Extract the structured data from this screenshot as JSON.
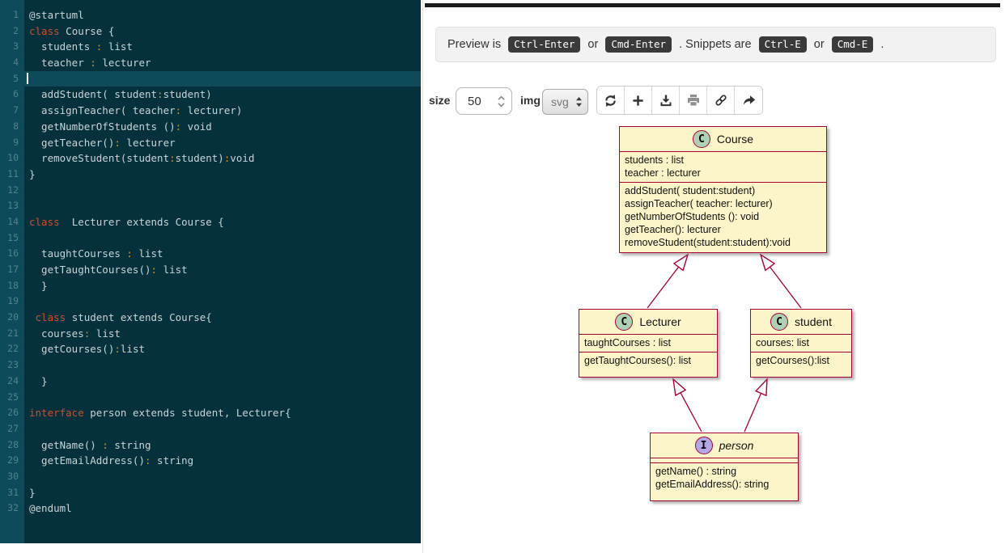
{
  "editor": {
    "cursor_line": 5,
    "lines": [
      [
        {
          "t": "p",
          "s": "@startuml"
        }
      ],
      [
        {
          "t": "k",
          "s": "class"
        },
        {
          "t": "p",
          "s": " Course {"
        }
      ],
      [
        {
          "t": "p",
          "s": "  students "
        },
        {
          "t": "o",
          "s": ":"
        },
        {
          "t": "p",
          "s": " list"
        }
      ],
      [
        {
          "t": "p",
          "s": "  teacher "
        },
        {
          "t": "o",
          "s": ":"
        },
        {
          "t": "p",
          "s": " lecturer"
        }
      ],
      [],
      [
        {
          "t": "p",
          "s": "  addStudent( student"
        },
        {
          "t": "o",
          "s": ":"
        },
        {
          "t": "p",
          "s": "student)"
        }
      ],
      [
        {
          "t": "p",
          "s": "  assignTeacher( teacher"
        },
        {
          "t": "o",
          "s": ":"
        },
        {
          "t": "p",
          "s": " lecturer)"
        }
      ],
      [
        {
          "t": "p",
          "s": "  getNumberOfStudents ()"
        },
        {
          "t": "o",
          "s": ":"
        },
        {
          "t": "p",
          "s": " void"
        }
      ],
      [
        {
          "t": "p",
          "s": "  getTeacher()"
        },
        {
          "t": "o",
          "s": ":"
        },
        {
          "t": "p",
          "s": " lecturer"
        }
      ],
      [
        {
          "t": "p",
          "s": "  removeStudent(student"
        },
        {
          "t": "o",
          "s": ":"
        },
        {
          "t": "p",
          "s": "student)"
        },
        {
          "t": "o",
          "s": ":"
        },
        {
          "t": "p",
          "s": "void"
        }
      ],
      [
        {
          "t": "p",
          "s": "}"
        }
      ],
      [],
      [],
      [
        {
          "t": "k",
          "s": "class"
        },
        {
          "t": "p",
          "s": "  Lecturer extends Course {"
        }
      ],
      [],
      [
        {
          "t": "p",
          "s": "  taughtCourses "
        },
        {
          "t": "o",
          "s": ":"
        },
        {
          "t": "p",
          "s": " list"
        }
      ],
      [
        {
          "t": "p",
          "s": "  getTaughtCourses()"
        },
        {
          "t": "o",
          "s": ":"
        },
        {
          "t": "p",
          "s": " list"
        }
      ],
      [
        {
          "t": "p",
          "s": "  }"
        }
      ],
      [],
      [
        {
          "t": "p",
          "s": " "
        },
        {
          "t": "k",
          "s": "class"
        },
        {
          "t": "p",
          "s": " student extends Course{"
        }
      ],
      [
        {
          "t": "p",
          "s": "  courses"
        },
        {
          "t": "o",
          "s": ":"
        },
        {
          "t": "p",
          "s": " list"
        }
      ],
      [
        {
          "t": "p",
          "s": "  getCourses()"
        },
        {
          "t": "o",
          "s": ":"
        },
        {
          "t": "p",
          "s": "list"
        }
      ],
      [],
      [
        {
          "t": "p",
          "s": "  }"
        }
      ],
      [],
      [
        {
          "t": "k",
          "s": "interface"
        },
        {
          "t": "p",
          "s": " person extends student, Lecturer{"
        }
      ],
      [],
      [
        {
          "t": "p",
          "s": "  getName() "
        },
        {
          "t": "o",
          "s": ":"
        },
        {
          "t": "p",
          "s": " string"
        }
      ],
      [
        {
          "t": "p",
          "s": "  getEmailAddress()"
        },
        {
          "t": "o",
          "s": ":"
        },
        {
          "t": "p",
          "s": " string"
        }
      ],
      [],
      [
        {
          "t": "p",
          "s": "}"
        }
      ],
      [
        {
          "t": "p",
          "s": "@enduml"
        }
      ]
    ]
  },
  "hint_bar": {
    "parts": [
      {
        "text": "Preview is "
      },
      {
        "kbd": "Ctrl-Enter"
      },
      {
        "text": " or "
      },
      {
        "kbd": "Cmd-Enter"
      },
      {
        "text": " . Snippets are "
      },
      {
        "kbd": "Ctrl-E"
      },
      {
        "text": " or "
      },
      {
        "kbd": "Cmd-E"
      },
      {
        "text": " ."
      }
    ]
  },
  "toolbar": {
    "size_label": "size",
    "size_value": "50",
    "img_label": "img",
    "img_value": "svg",
    "icon_buttons": [
      {
        "icon": "refresh-icon"
      },
      {
        "icon": "plus-icon"
      },
      {
        "icon": "download-icon"
      },
      {
        "icon": "print-icon"
      },
      {
        "icon": "link-icon"
      },
      {
        "icon": "share-icon"
      }
    ]
  },
  "diagram": {
    "classes": [
      {
        "id": "Course",
        "type": "class",
        "badge": "C",
        "name": "Course",
        "attributes": [
          "students : list",
          "teacher : lecturer"
        ],
        "methods": [
          "addStudent( student:student)",
          "assignTeacher( teacher: lecturer)",
          "getNumberOfStudents (): void",
          "getTeacher(): lecturer",
          "removeStudent(student:student):void"
        ]
      },
      {
        "id": "Lecturer",
        "type": "class",
        "badge": "C",
        "name": "Lecturer",
        "attributes": [
          "taughtCourses : list"
        ],
        "methods": [
          "getTaughtCourses(): list"
        ]
      },
      {
        "id": "student",
        "type": "class",
        "badge": "C",
        "name": "student",
        "attributes": [
          "courses: list"
        ],
        "methods": [
          "getCourses():list"
        ]
      },
      {
        "id": "person",
        "type": "interface",
        "badge": "I",
        "name": "person",
        "attributes": [],
        "methods": [
          "getName() : string",
          "getEmailAddress(): string"
        ]
      }
    ],
    "edges": [
      {
        "from": "Lecturer",
        "to": "Course",
        "type": "extends"
      },
      {
        "from": "student",
        "to": "Course",
        "type": "extends"
      },
      {
        "from": "person",
        "to": "Lecturer",
        "type": "extends"
      },
      {
        "from": "person",
        "to": "student",
        "type": "extends"
      }
    ]
  },
  "colors": {
    "editor_background": "#05313c",
    "keyword": "#c8502e",
    "operator": "#cb932d",
    "uml_fill": "#FBF5C9",
    "uml_border": "#A80036",
    "class_badge": "#ADD1B2",
    "interface_badge": "#B4A7E6"
  }
}
